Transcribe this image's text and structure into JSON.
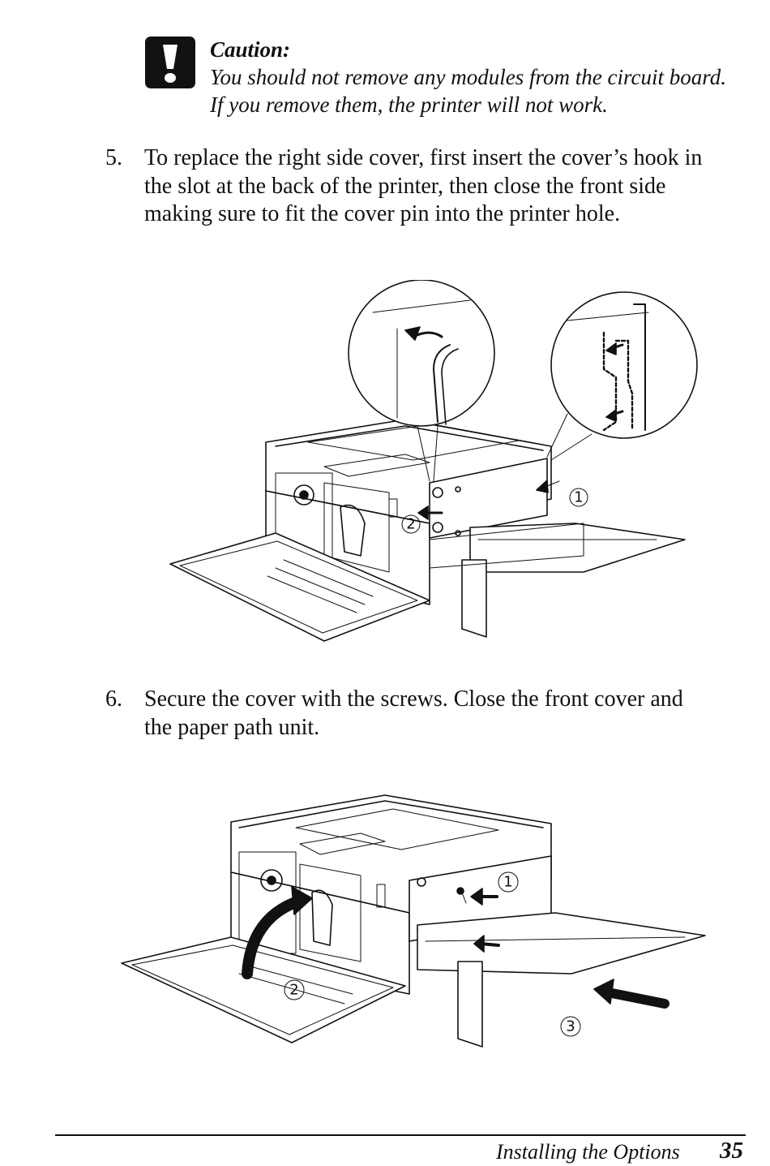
{
  "caution": {
    "title": "Caution:",
    "lines": [
      "You should not remove any modules from the circuit board.",
      "If you remove them, the printer will not work."
    ],
    "icon": "exclamation-icon"
  },
  "steps": [
    {
      "number": "5.",
      "lines": [
        "To replace the right side cover, first insert the cover’s hook in",
        "the slot at the back of the printer, then close the front side",
        "making sure to fit the cover pin into the printer hole."
      ]
    },
    {
      "number": "6.",
      "lines": [
        "Secure the cover with the screws. Close the front cover and",
        "the paper path unit."
      ]
    }
  ],
  "figure1": {
    "callouts": [
      "1",
      "2"
    ]
  },
  "figure2": {
    "callouts": [
      "1",
      "2",
      "3"
    ]
  },
  "footer": {
    "section": "Installing the Options",
    "page": "35"
  }
}
